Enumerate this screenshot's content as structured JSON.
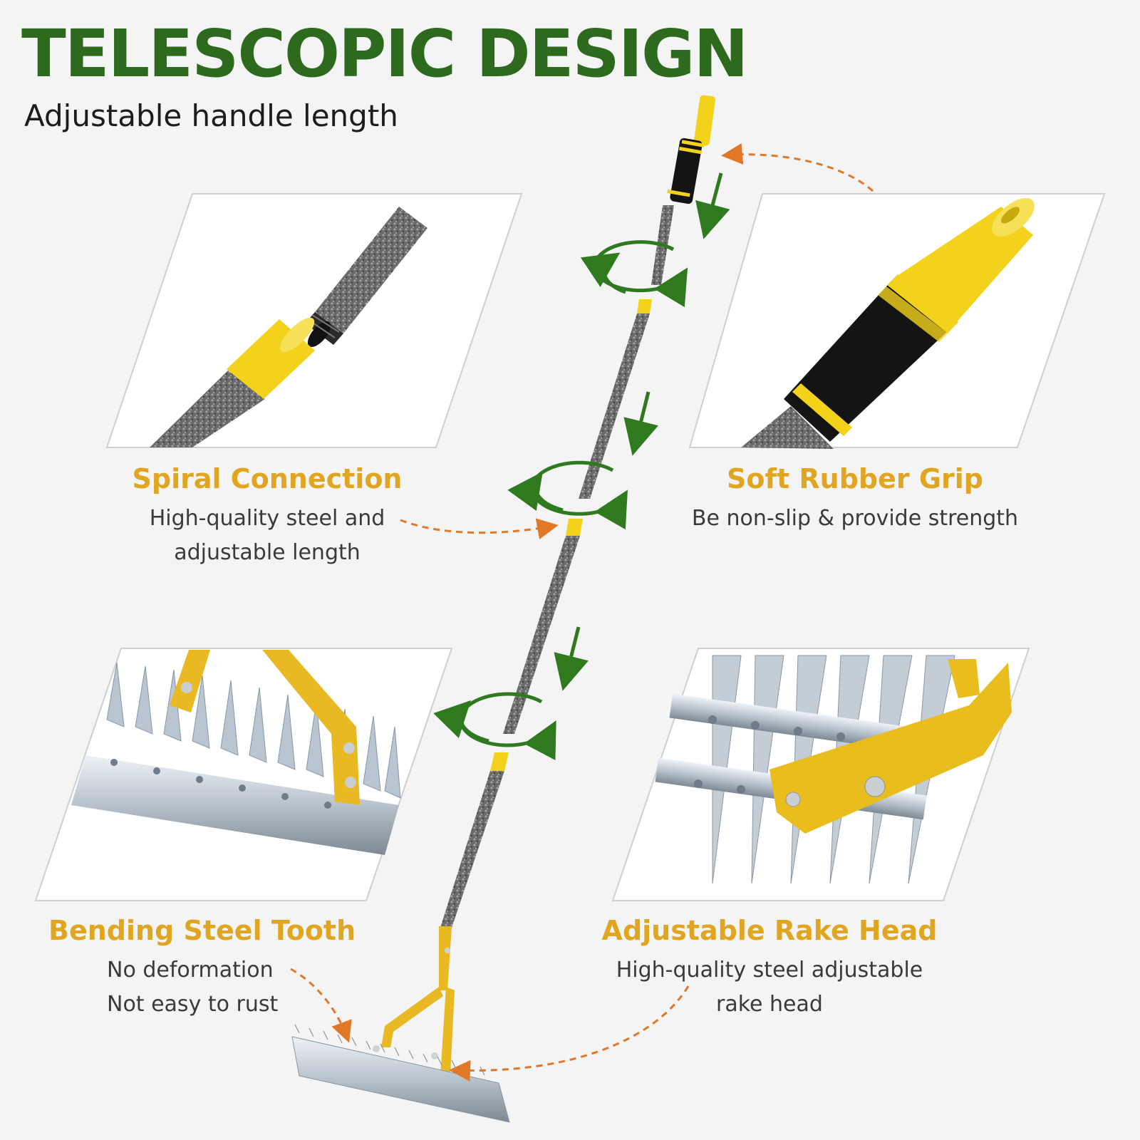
{
  "header": {
    "title": "TELESCOPIC DESIGN",
    "subtitle": "Adjustable handle length"
  },
  "features": {
    "spiral": {
      "title": "Spiral Connection",
      "desc_line1": "High-quality steel and",
      "desc_line2": "adjustable length"
    },
    "grip": {
      "title": "Soft Rubber Grip",
      "desc_line1": "Be non-slip & provide strength"
    },
    "tooth": {
      "title": "Bending Steel Tooth",
      "desc_line1": "No deformation",
      "desc_line2": "Not easy to rust"
    },
    "head": {
      "title": "Adjustable Rake Head",
      "desc_line1": "High-quality steel adjustable",
      "desc_line2": "rake head"
    }
  },
  "colors": {
    "title_green": "#2d6a1e",
    "feature_gold": "#e0a521",
    "handle_yellow": "#f2d21b",
    "arrow_orange": "#e07828",
    "rotate_green": "#2f7a1f"
  }
}
